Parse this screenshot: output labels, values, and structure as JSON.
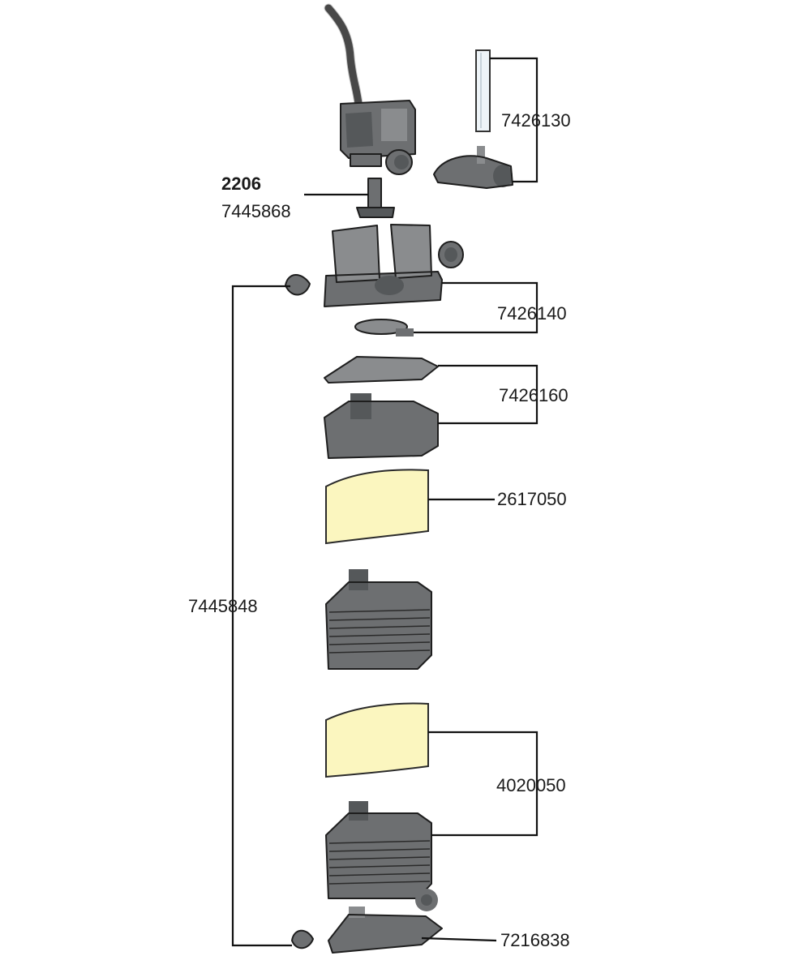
{
  "labels": {
    "p7426130": "7426130",
    "p2206": "2206",
    "p7445868": "7445868",
    "p7426140": "7426140",
    "p7426160": "7426160",
    "p2617050": "2617050",
    "p7445848": "7445848",
    "p4020050": "4020050",
    "p7216838": "7216838"
  },
  "colors": {
    "part": "#6d6f71",
    "sponge": "#fbf6bf",
    "line": "#111111"
  }
}
